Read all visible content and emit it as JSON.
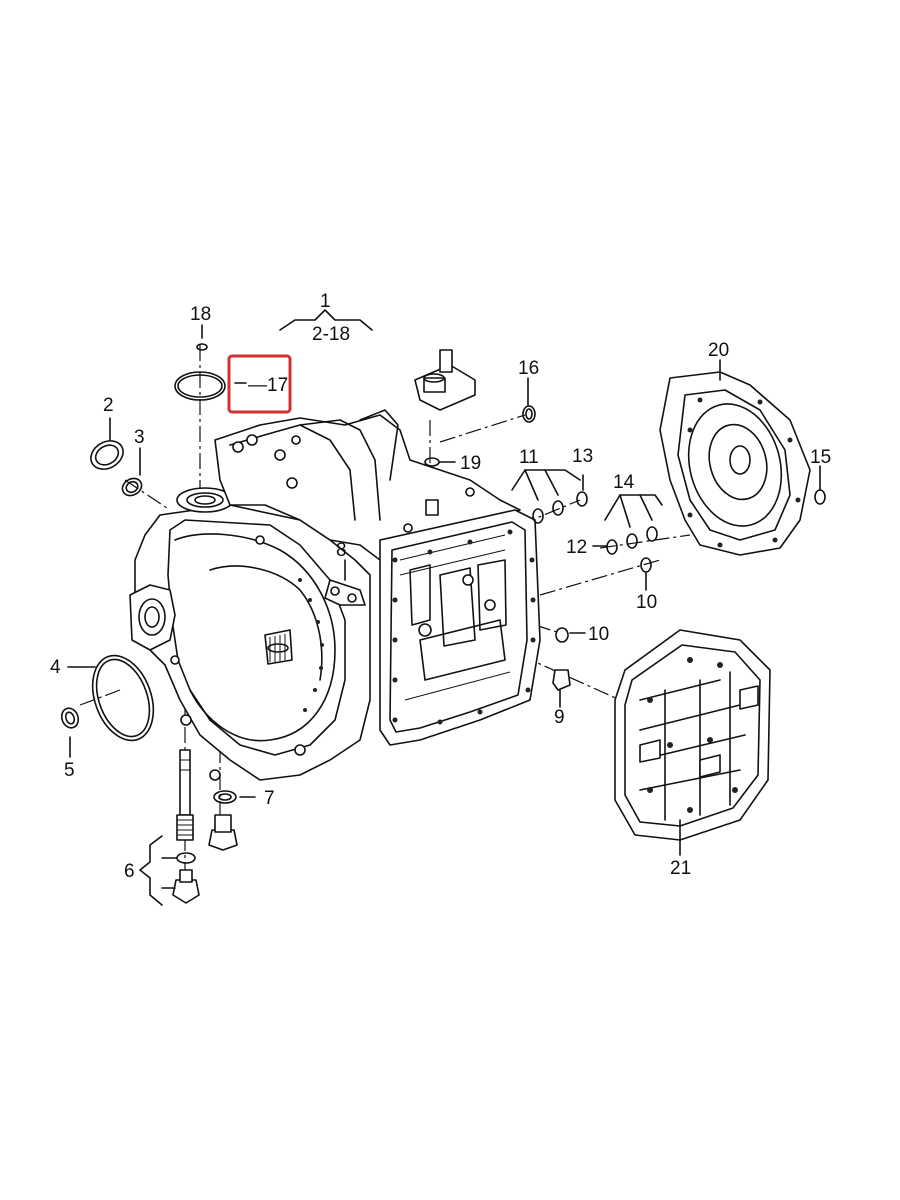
{
  "callouts": {
    "c1": "1",
    "c1_range": "2-18",
    "c2": "2",
    "c3": "3",
    "c4": "4",
    "c5": "5",
    "c6": "6",
    "c7": "7",
    "c8": "8",
    "c9": "9",
    "c10a": "10",
    "c10b": "10",
    "c11": "11",
    "c12": "12",
    "c13": "13",
    "c14": "14",
    "c15": "15",
    "c16": "16",
    "c17": "17",
    "c18": "18",
    "c19": "19",
    "c20": "20",
    "c21": "21"
  },
  "highlight": {
    "target": "17",
    "color": "#d32f2f"
  }
}
